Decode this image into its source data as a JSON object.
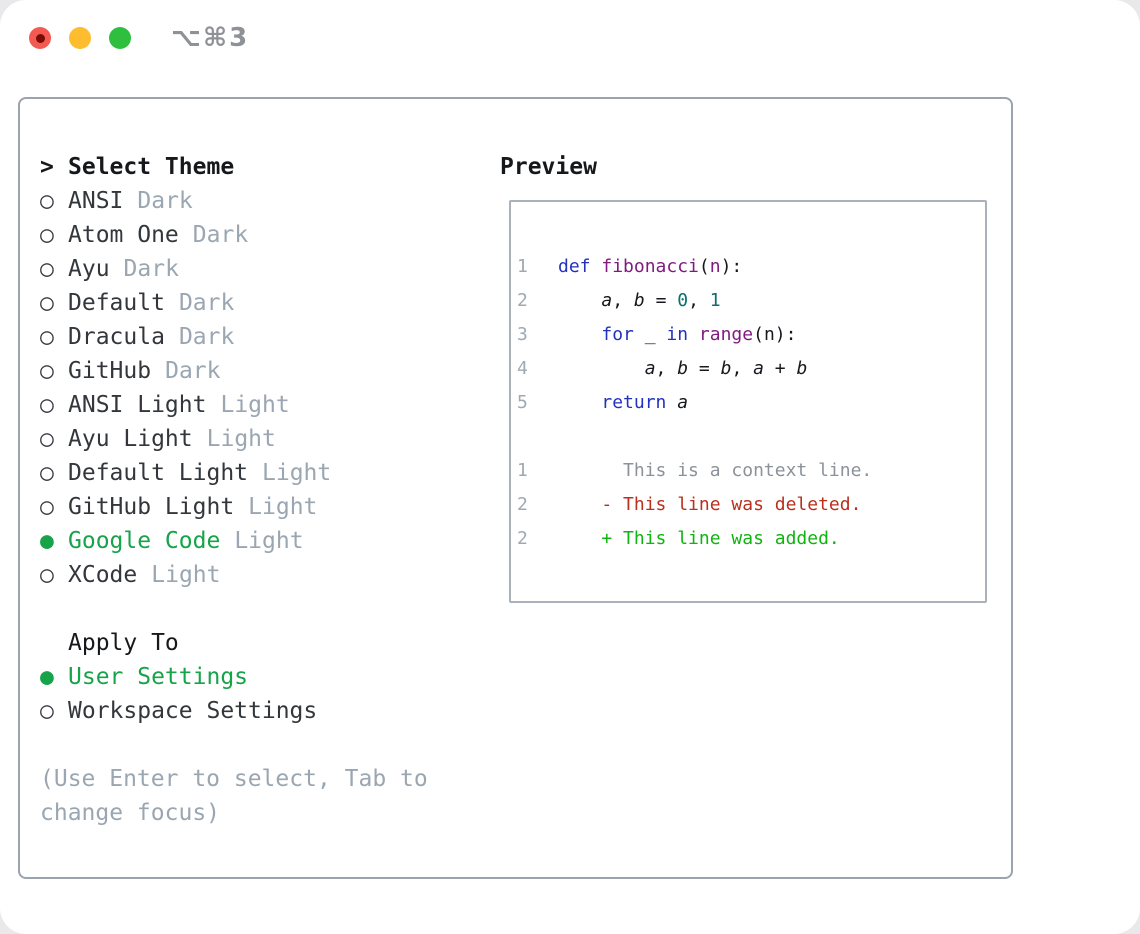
{
  "titlebar": {
    "shortcut_label": "⌥⌘3",
    "buttons": [
      "close",
      "minimize",
      "zoom"
    ]
  },
  "icons": {
    "radio_unselected_glyph": "○",
    "radio_selected_glyph": "●",
    "prompt_glyph": ">"
  },
  "theme_panel": {
    "header": {
      "prompt": ">",
      "label": "Select Theme"
    },
    "themes": [
      {
        "name": "ANSI",
        "variant": "Dark",
        "selected": false
      },
      {
        "name": "Atom One",
        "variant": "Dark",
        "selected": false
      },
      {
        "name": "Ayu",
        "variant": "Dark",
        "selected": false
      },
      {
        "name": "Default",
        "variant": "Dark",
        "selected": false
      },
      {
        "name": "Dracula",
        "variant": "Dark",
        "selected": false
      },
      {
        "name": "GitHub",
        "variant": "Dark",
        "selected": false
      },
      {
        "name": "ANSI Light",
        "variant": "Light",
        "selected": false
      },
      {
        "name": "Ayu Light",
        "variant": "Light",
        "selected": false
      },
      {
        "name": "Default Light",
        "variant": "Light",
        "selected": false
      },
      {
        "name": "GitHub Light",
        "variant": "Light",
        "selected": false
      },
      {
        "name": "Google Code",
        "variant": "Light",
        "selected": true
      },
      {
        "name": "XCode",
        "variant": "Light",
        "selected": false
      }
    ],
    "apply_to": {
      "label": "Apply To",
      "options": [
        {
          "label": "User Settings",
          "selected": true
        },
        {
          "label": "Workspace Settings",
          "selected": false
        }
      ]
    },
    "hint": "(Use Enter to select, Tab to change focus)"
  },
  "preview": {
    "title": "Preview",
    "code_lines": [
      {
        "num": "1",
        "segments": [
          {
            "t": "def",
            "s": "kw"
          },
          {
            "t": " ",
            "s": "plain"
          },
          {
            "t": "fibonacci",
            "s": "fn"
          },
          {
            "t": "(",
            "s": "plain"
          },
          {
            "t": "n",
            "s": "fn"
          },
          {
            "t": "):",
            "s": "plain"
          }
        ]
      },
      {
        "num": "2",
        "segments": [
          {
            "t": "    ",
            "s": "plain"
          },
          {
            "t": "a",
            "s": "var"
          },
          {
            "t": ", ",
            "s": "plain"
          },
          {
            "t": "b",
            "s": "var"
          },
          {
            "t": " = ",
            "s": "plain"
          },
          {
            "t": "0",
            "s": "num"
          },
          {
            "t": ", ",
            "s": "plain"
          },
          {
            "t": "1",
            "s": "num"
          }
        ]
      },
      {
        "num": "3",
        "segments": [
          {
            "t": "    ",
            "s": "plain"
          },
          {
            "t": "for",
            "s": "kw"
          },
          {
            "t": " _ ",
            "s": "plain"
          },
          {
            "t": "in",
            "s": "kw"
          },
          {
            "t": " ",
            "s": "plain"
          },
          {
            "t": "range",
            "s": "fn"
          },
          {
            "t": "(n):",
            "s": "plain"
          }
        ]
      },
      {
        "num": "4",
        "segments": [
          {
            "t": "        ",
            "s": "plain"
          },
          {
            "t": "a",
            "s": "var"
          },
          {
            "t": ", ",
            "s": "plain"
          },
          {
            "t": "b",
            "s": "var"
          },
          {
            "t": " = ",
            "s": "plain"
          },
          {
            "t": "b",
            "s": "var"
          },
          {
            "t": ", ",
            "s": "plain"
          },
          {
            "t": "a",
            "s": "var"
          },
          {
            "t": " + ",
            "s": "plain"
          },
          {
            "t": "b",
            "s": "var"
          }
        ]
      },
      {
        "num": "5",
        "segments": [
          {
            "t": "    ",
            "s": "plain"
          },
          {
            "t": "return",
            "s": "kw"
          },
          {
            "t": " ",
            "s": "plain"
          },
          {
            "t": "a",
            "s": "var"
          }
        ]
      }
    ],
    "diff_lines": [
      {
        "num": "1",
        "segments": [
          {
            "t": "      This is a context line.",
            "s": "ctx"
          }
        ]
      },
      {
        "num": "2",
        "segments": [
          {
            "t": "    - This line was deleted.",
            "s": "del"
          }
        ]
      },
      {
        "num": "2",
        "segments": [
          {
            "t": "    + This line was added.",
            "s": "add"
          }
        ]
      }
    ]
  },
  "colors": {
    "accent_green": "#16a34a",
    "diff_added": "#0fb40f",
    "diff_deleted": "#b9301c",
    "diff_context": "#8b9299",
    "syntax_keyword": "#2233bb",
    "syntax_function": "#801a80",
    "syntax_number": "#0b6e6e",
    "syntax_plain": "#15181c",
    "line_number": "#9fa9b3",
    "muted": "#9aa6b1",
    "text_dark": "#33373c",
    "border": "#9aa3ae",
    "traffic_red": "#f35a52",
    "traffic_yellow": "#fdbd2e",
    "traffic_green": "#2ebf3f"
  }
}
